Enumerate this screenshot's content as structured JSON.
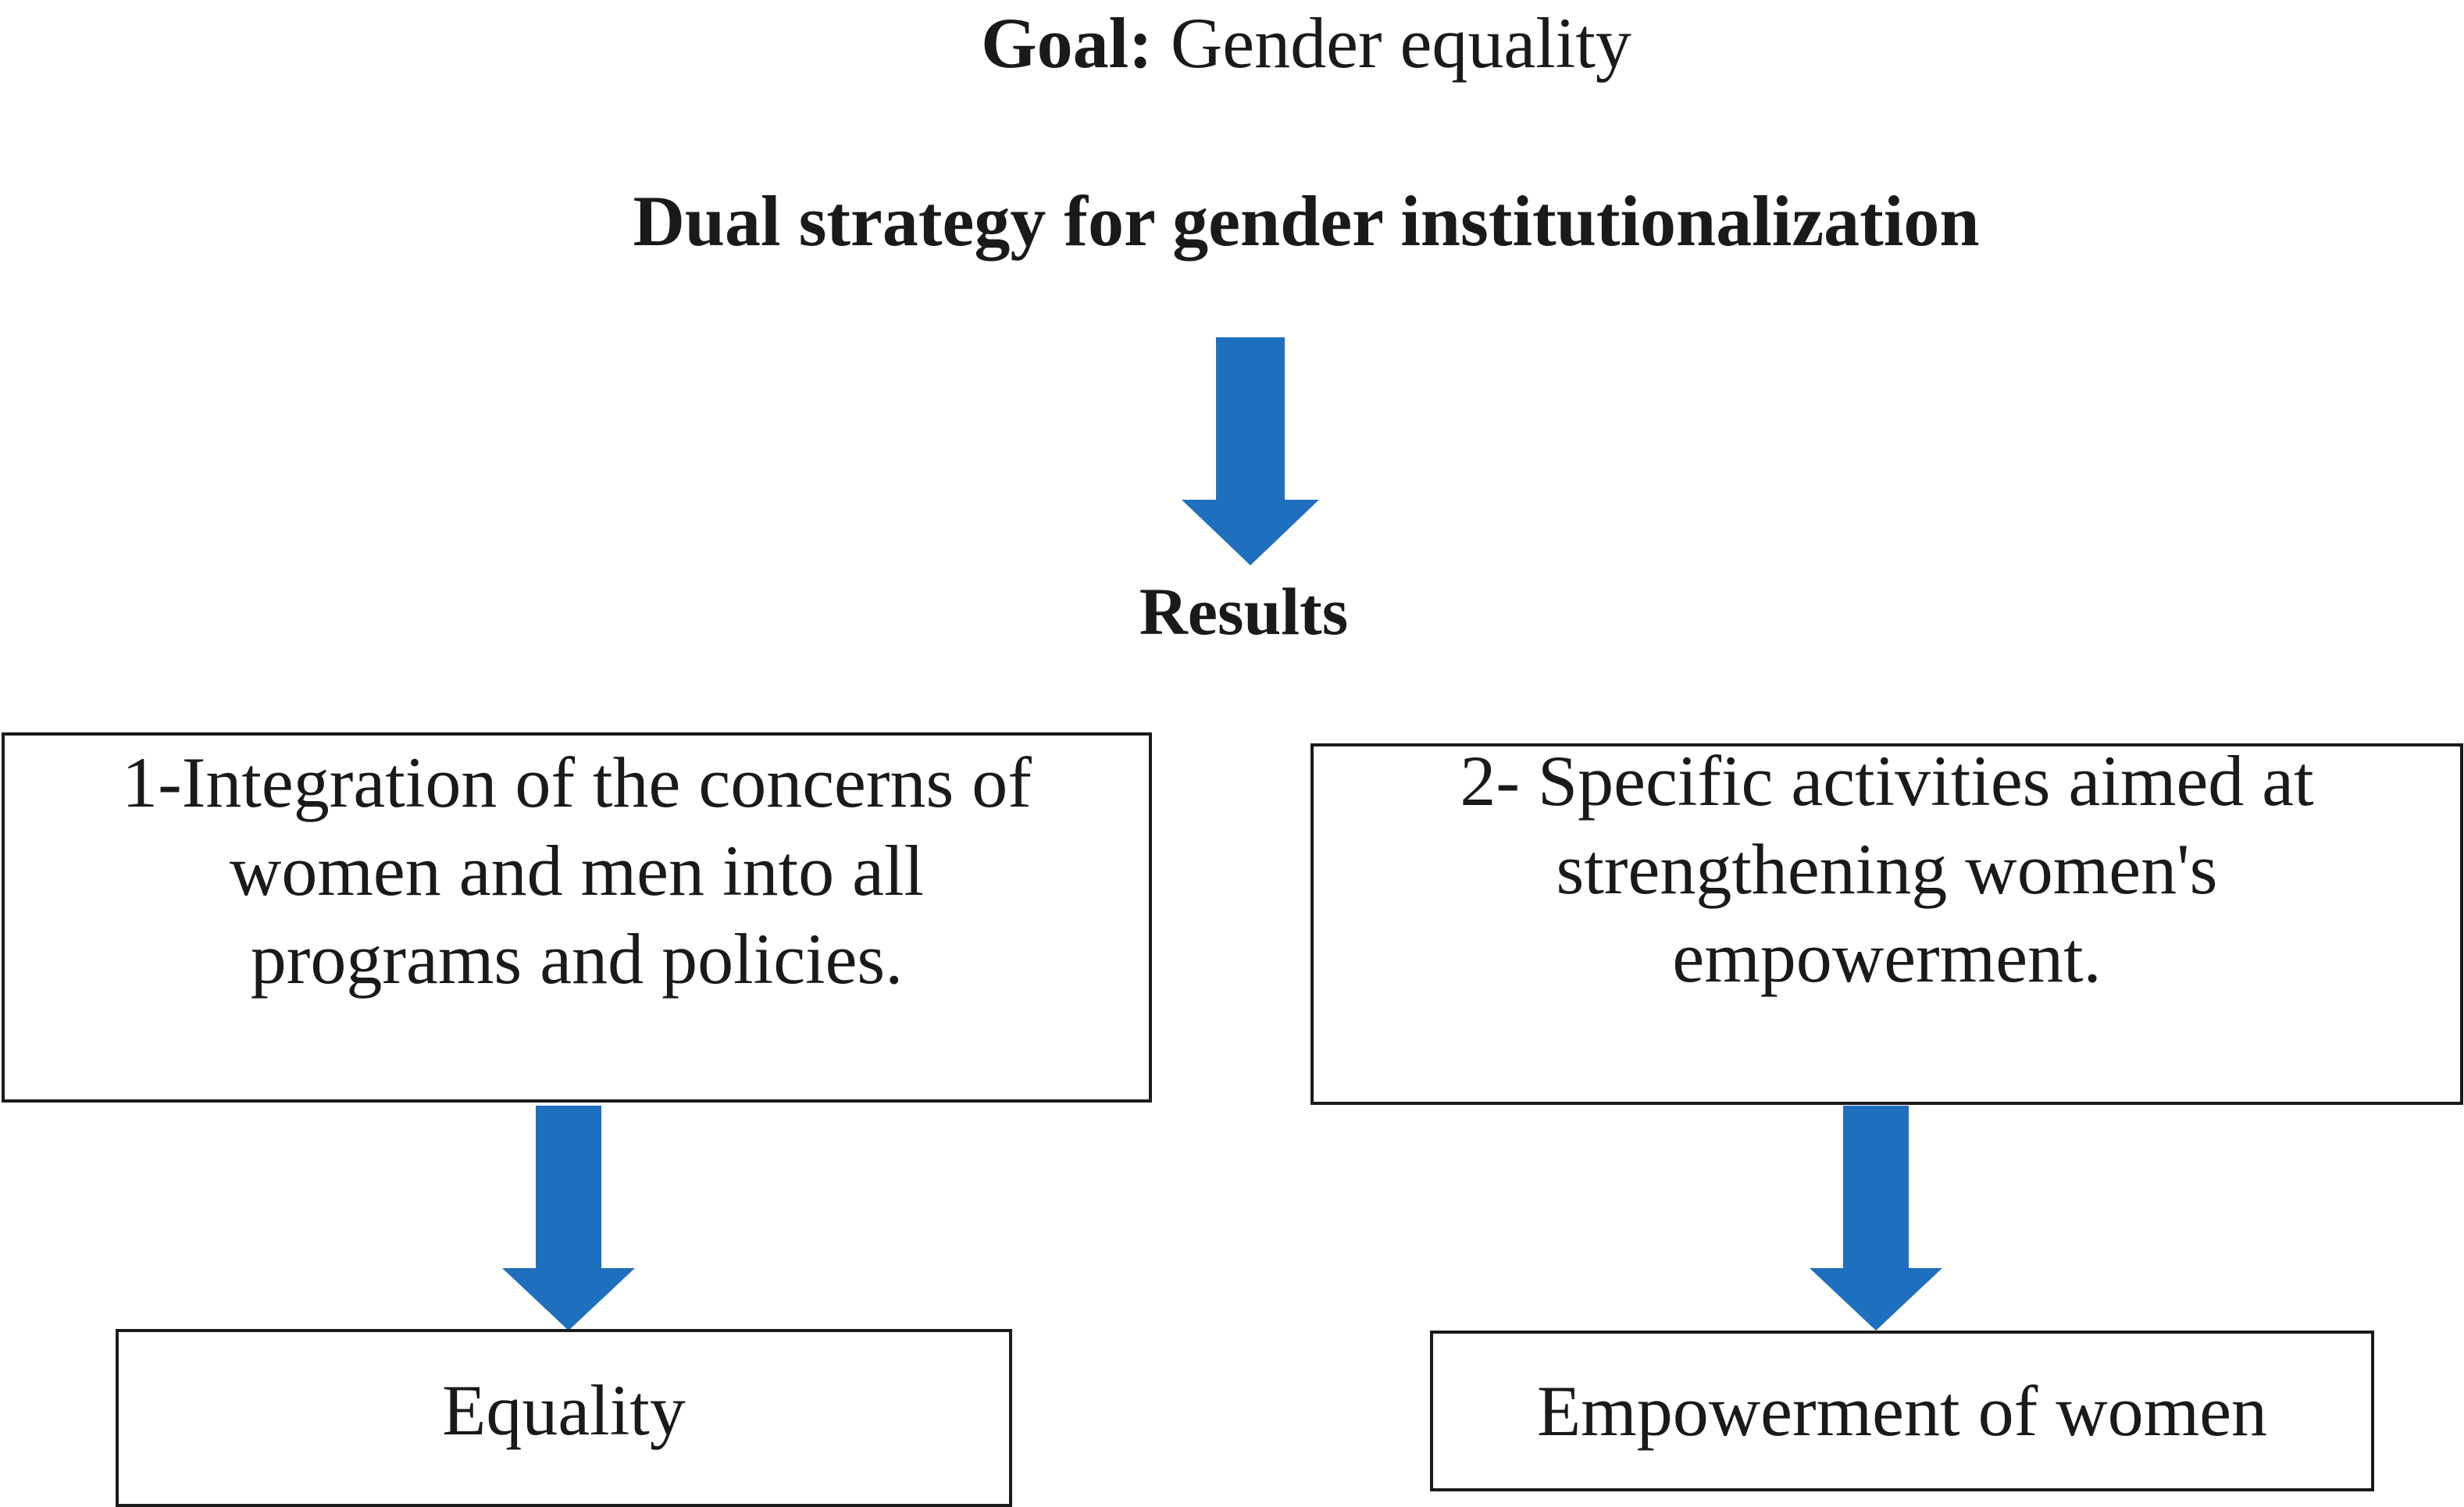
{
  "goal": {
    "label": "Goal:",
    "value": "Gender equality"
  },
  "strategy": {
    "title": "Dual strategy for gender institutionalization"
  },
  "results": {
    "label": "Results"
  },
  "boxes": {
    "integration": {
      "lines": [
        "1-Integration of the concerns of",
        "women and men into all",
        "programs and policies."
      ]
    },
    "specific": {
      "lines": [
        "2- Specific activities aimed at",
        "strengthening women's",
        "empowerment."
      ]
    },
    "equality": {
      "text": "Equality"
    },
    "empowerment": {
      "text": "Empowerment of women"
    }
  },
  "colors": {
    "arrow": "#1f6fbf",
    "text": "#1a1a1a",
    "border": "#1a1a1a"
  }
}
